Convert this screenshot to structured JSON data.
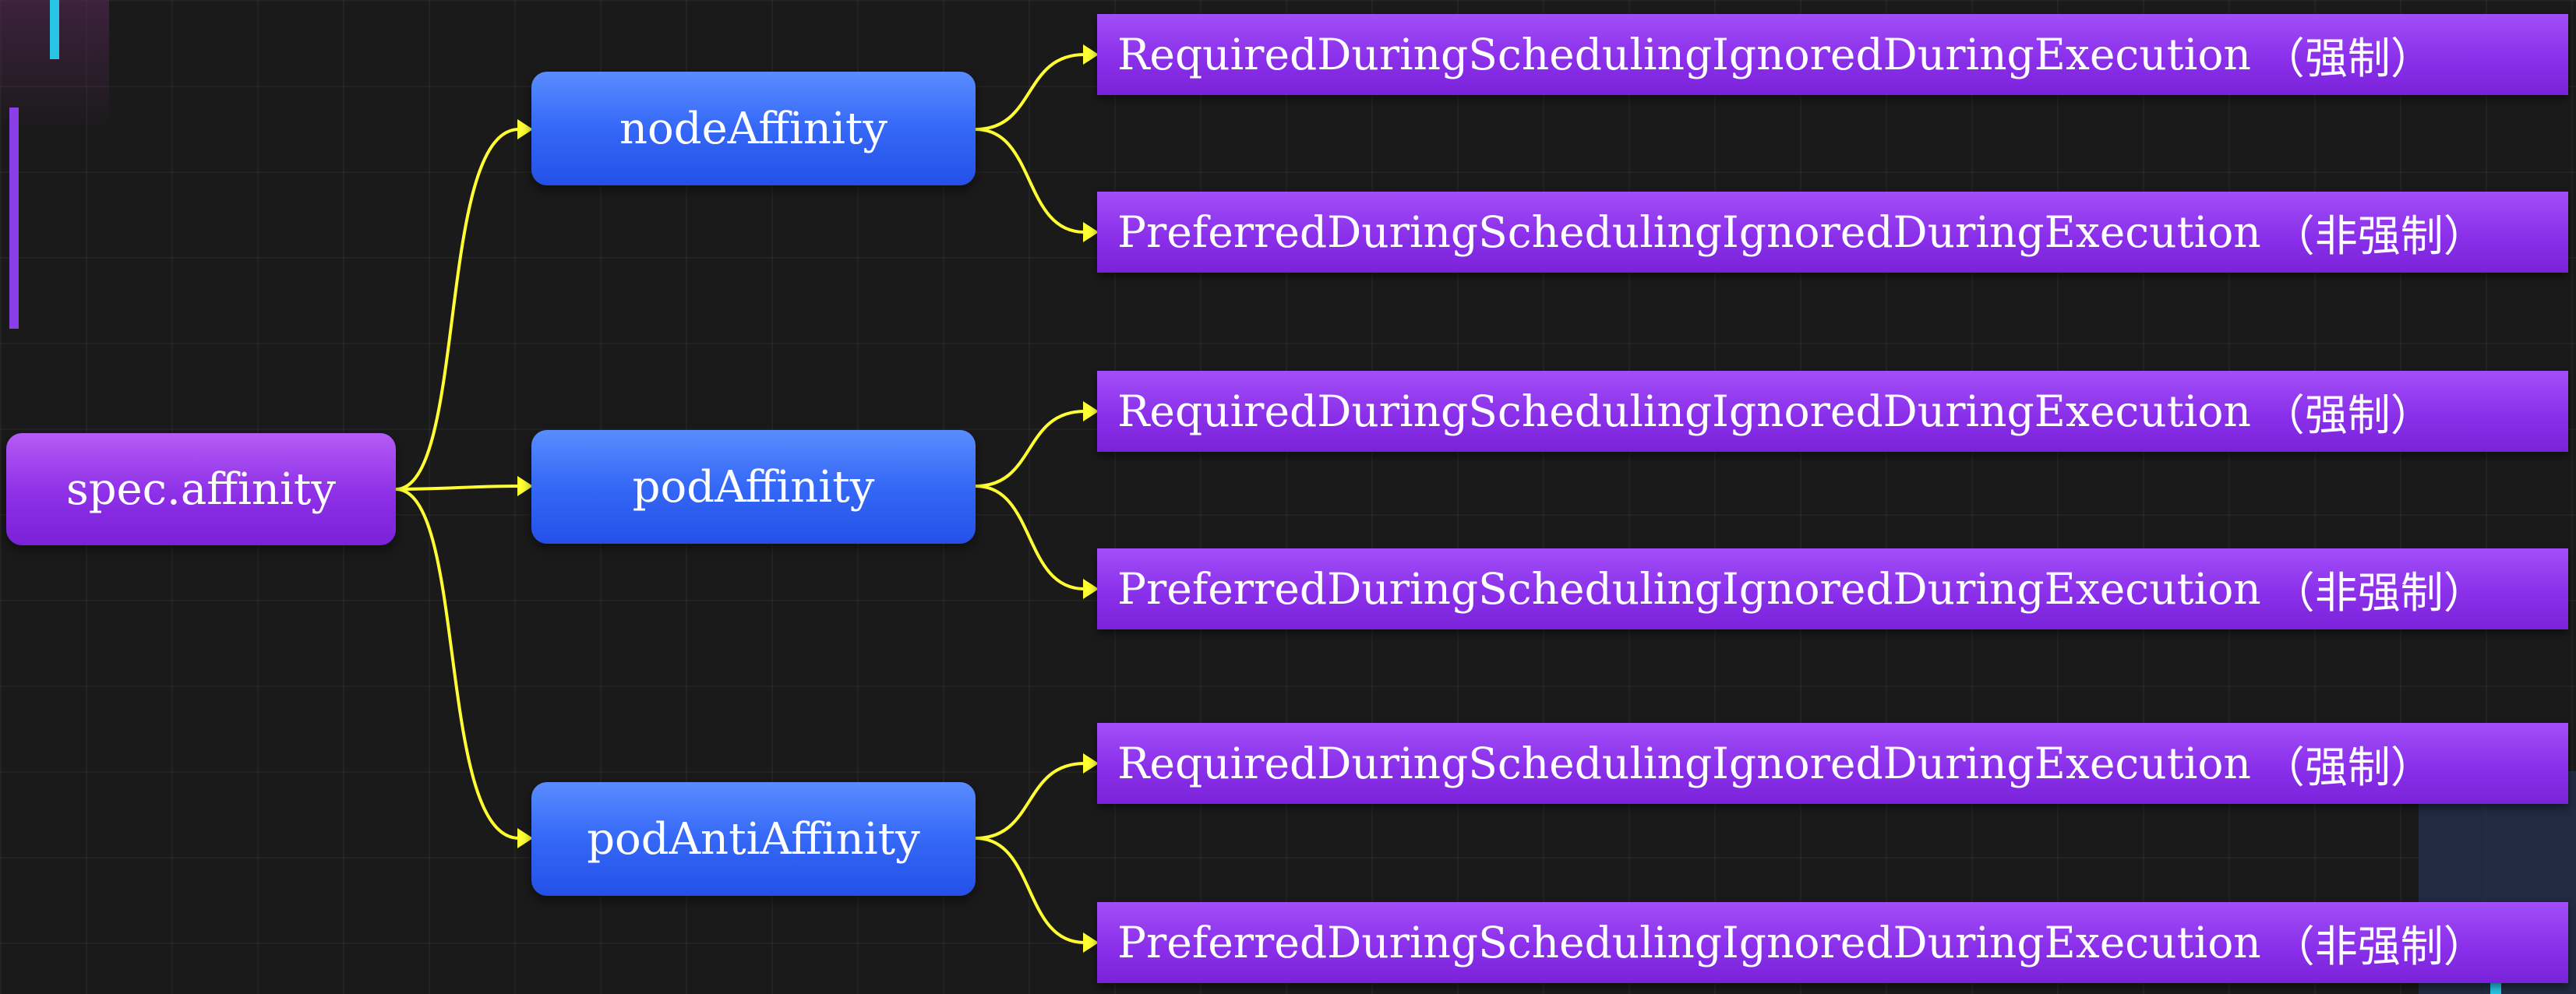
{
  "root": {
    "label": "spec.affinity"
  },
  "branches": [
    {
      "label": "nodeAffinity",
      "leaves": [
        {
          "label": "RequiredDuringSchedulingIgnoredDuringExecution",
          "note": "（强制）"
        },
        {
          "label": "PreferredDuringSchedulingIgnoredDuringExecution",
          "note": "（非强制）"
        }
      ]
    },
    {
      "label": "podAffinity",
      "leaves": [
        {
          "label": "RequiredDuringSchedulingIgnoredDuringExecution",
          "note": "（强制）"
        },
        {
          "label": "PreferredDuringSchedulingIgnoredDuringExecution",
          "note": "（非强制）"
        }
      ]
    },
    {
      "label": "podAntiAffinity",
      "leaves": [
        {
          "label": "RequiredDuringSchedulingIgnoredDuringExecution",
          "note": "（强制）"
        },
        {
          "label": "PreferredDuringSchedulingIgnoredDuringExecution",
          "note": "（非强制）"
        }
      ]
    }
  ],
  "colors": {
    "background": "#1a1a1a",
    "root_box": "#8d2fe6",
    "branch_box": "#3568f6",
    "leaf_box": "#8b30ea",
    "connector": "#ffff33",
    "accent_cyan": "#27c4e6"
  }
}
